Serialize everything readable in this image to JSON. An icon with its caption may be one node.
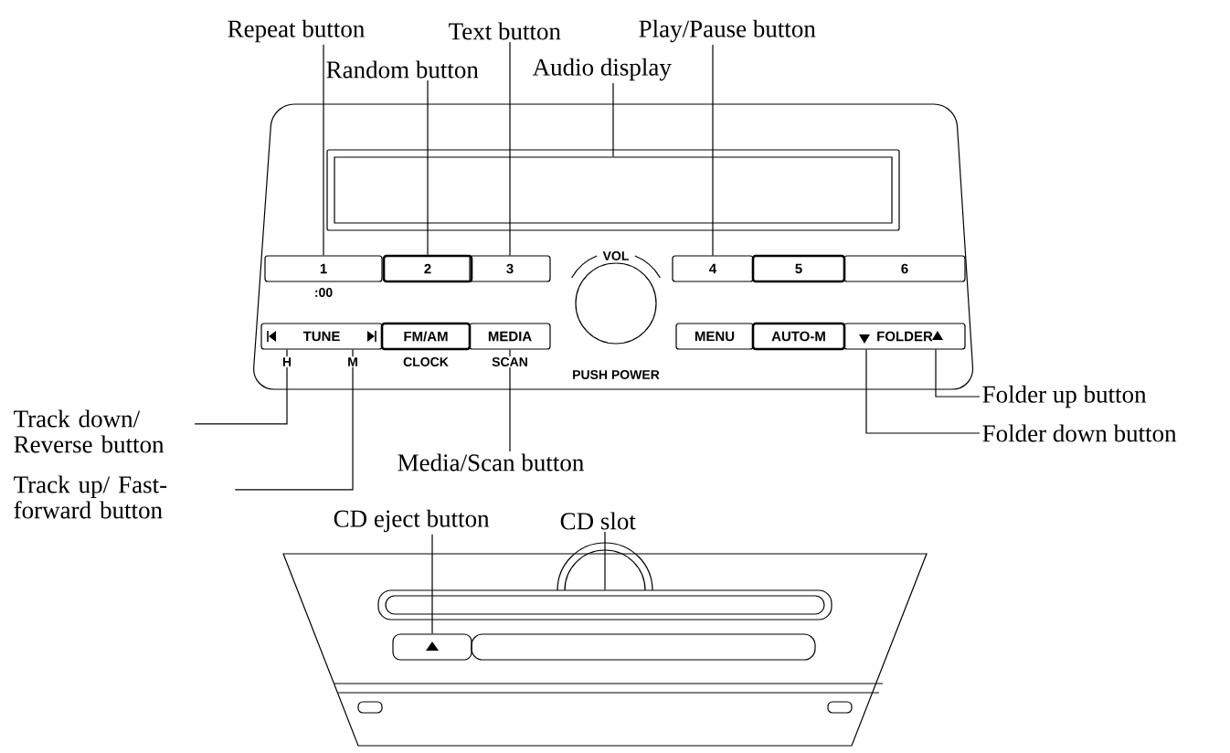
{
  "diagram": {
    "nodes": [
      {
        "text": [
          "Repeat button"
        ]
      },
      {
        "text": [
          "Random button"
        ]
      },
      {
        "text": [
          "Text button"
        ]
      },
      {
        "text": [
          "Audio display"
        ]
      },
      {
        "text": [
          "Play/Pause button"
        ]
      },
      {
        "text": [
          "Track down/ Reverse button"
        ]
      },
      {
        "text": [
          "Track up/ Fast-forward button"
        ]
      },
      {
        "text": [
          "Media/Scan button"
        ]
      },
      {
        "text": [
          "Folder up button"
        ]
      },
      {
        "text": [
          "Folder down button"
        ]
      },
      {
        "text": [
          "CD eject button"
        ]
      },
      {
        "text": [
          "CD slot"
        ]
      },
      {
        "text": [
          "1"
        ],
        "beside": [
          ":00"
        ]
      },
      {
        "text": [
          "2"
        ]
      },
      {
        "text": [
          "3"
        ]
      },
      {
        "text": [],
        "shape": "box"
      },
      {
        "text": [
          "4"
        ]
      },
      {
        "text": [
          "5"
        ]
      },
      {
        "text": [
          "6"
        ]
      },
      {
        "text": [
          "TUNE"
        ],
        "beside": [
          "H",
          "M"
        ]
      },
      {
        "text": [
          "FM/AM"
        ],
        "beside": [
          "CLOCK"
        ]
      },
      {
        "text": [
          "MEDIA"
        ],
        "beside": [
          "SCAN"
        ]
      },
      {
        "text": [],
        "shape": "circle",
        "beside": [
          "VOL",
          "PUSH POWER"
        ]
      },
      {
        "text": [
          "MENU"
        ]
      },
      {
        "text": [
          "AUTO-M"
        ]
      },
      {
        "text": [
          "FOLDER"
        ]
      },
      {
        "text": [],
        "shape": "box"
      },
      {
        "text": [],
        "shape": "box"
      }
    ],
    "edges": [
      {
        "from": 0,
        "to": 12,
        "arrow": "none"
      },
      {
        "from": 1,
        "to": 13,
        "arrow": "none"
      },
      {
        "from": 2,
        "to": 14,
        "arrow": "none"
      },
      {
        "from": 3,
        "to": 15,
        "arrow": "none"
      },
      {
        "from": 4,
        "to": 16,
        "arrow": "none"
      },
      {
        "from": 5,
        "to": 19,
        "arrow": "none"
      },
      {
        "from": 6,
        "to": 19,
        "arrow": "none"
      },
      {
        "from": 7,
        "to": 21,
        "arrow": "none"
      },
      {
        "from": 8,
        "to": 25,
        "arrow": "none"
      },
      {
        "from": 9,
        "to": 25,
        "arrow": "none"
      },
      {
        "from": 10,
        "to": 26,
        "arrow": "none"
      },
      {
        "from": 11,
        "to": 27,
        "arrow": "none"
      }
    ]
  }
}
